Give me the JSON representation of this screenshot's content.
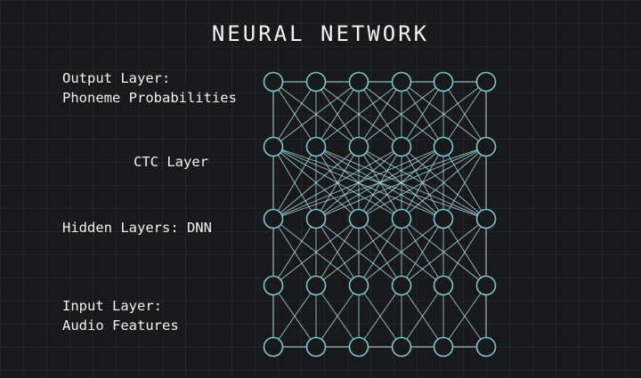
{
  "diagram": {
    "title": "NEURAL NETWORK",
    "labels": {
      "output": "Output Layer:\nPhoneme Probabilities",
      "ctc": "CTC Layer",
      "hidden": "Hidden Layers: DNN",
      "input": "Input Layer:\nAudio Features"
    },
    "layers": [
      {
        "id": "output",
        "nodes": 6
      },
      {
        "id": "ctc",
        "nodes": 6
      },
      {
        "id": "hidden",
        "nodes": 6
      },
      {
        "id": "hidden-2",
        "nodes": 6
      },
      {
        "id": "input",
        "nodes": 6
      }
    ],
    "colors": {
      "background": "#17191a",
      "grid": "#2a2d2f",
      "edge": "#aee0e8",
      "node_stroke": "#7cc6d2",
      "text": "#f2f2f2"
    }
  }
}
